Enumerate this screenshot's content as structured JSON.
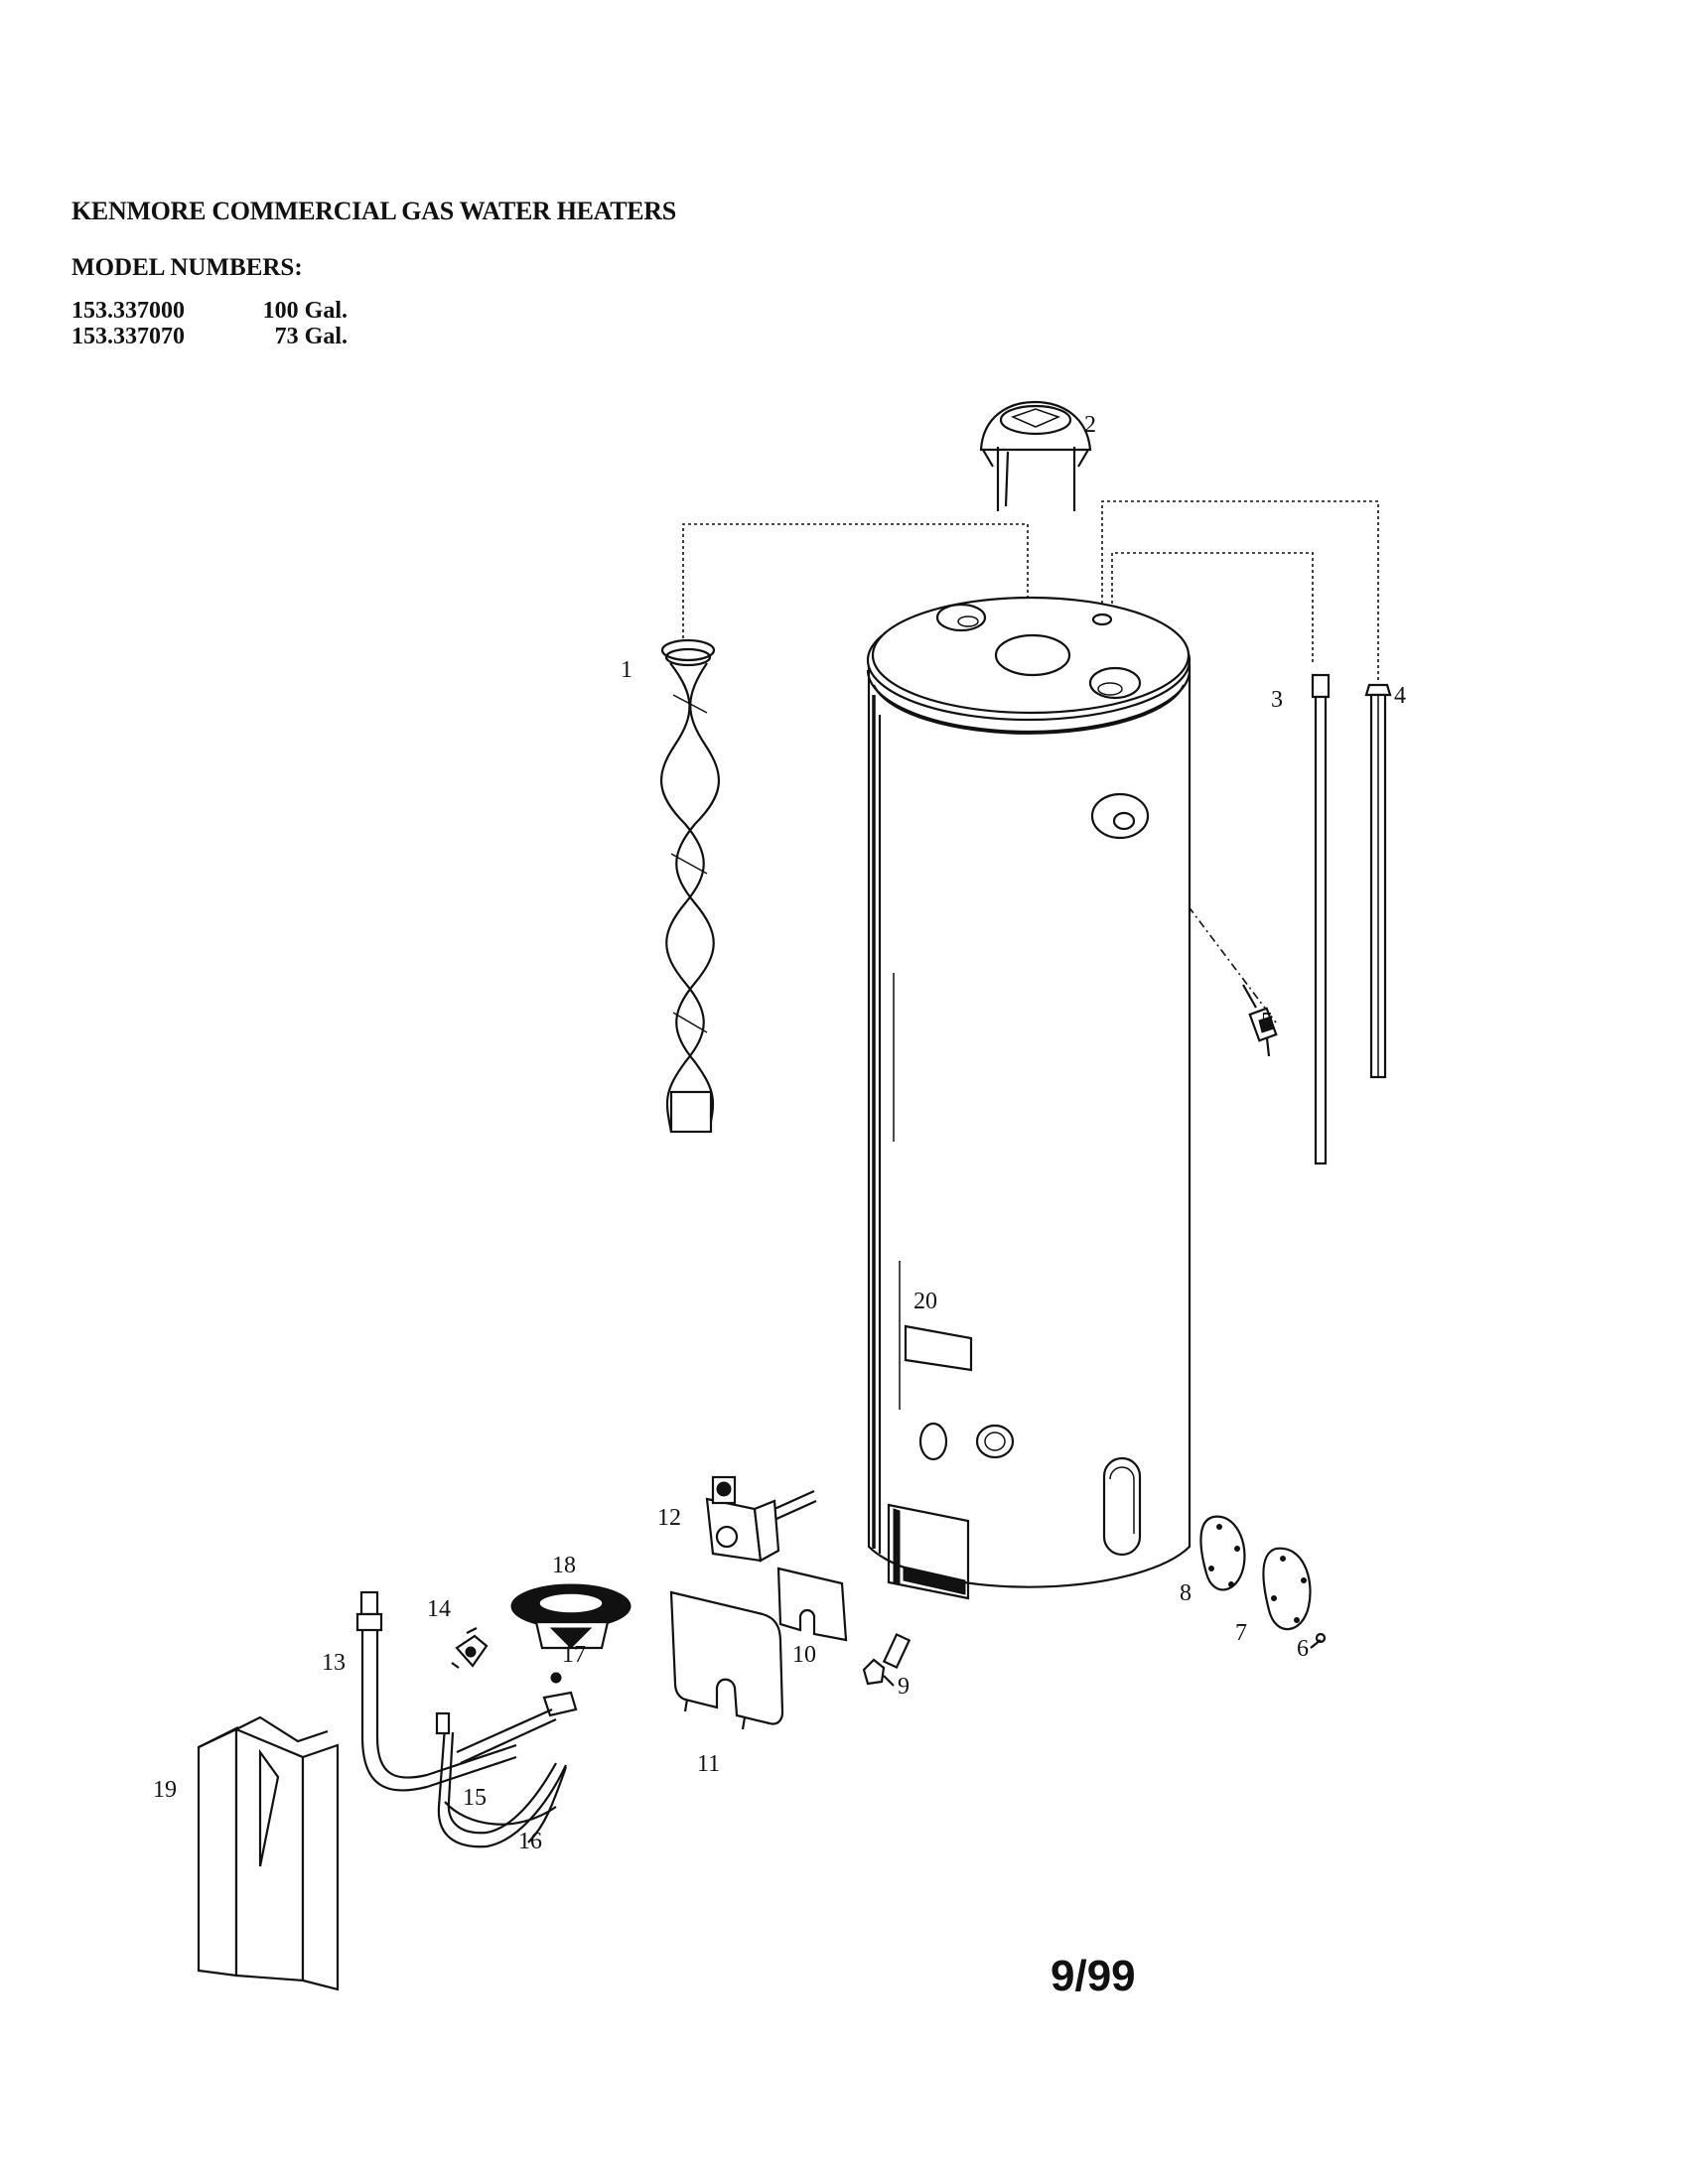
{
  "header": {
    "title": "KENMORE COMMERCIAL GAS WATER HEATERS",
    "models_label": "MODEL NUMBERS:",
    "models": [
      {
        "number": "153.337000",
        "capacity": "100 Gal."
      },
      {
        "number": "153.337070",
        "capacity": "73 Gal."
      }
    ]
  },
  "callouts": [
    "1",
    "2",
    "3",
    "4",
    "5",
    "6",
    "7",
    "8",
    "9",
    "10",
    "11",
    "12",
    "13",
    "14",
    "15",
    "16",
    "17",
    "18",
    "19",
    "20"
  ],
  "footer": {
    "date_code": "9/99"
  }
}
